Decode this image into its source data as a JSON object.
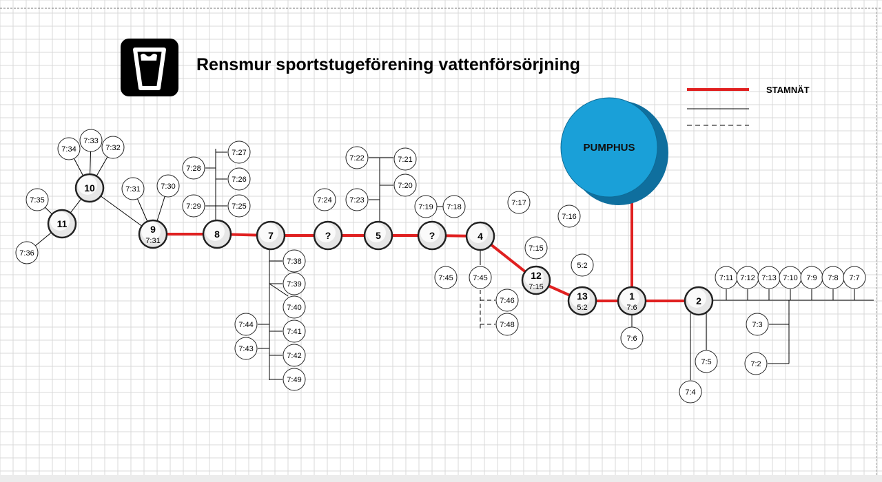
{
  "title": "Rensmur sportstugeförening vattenförsörjning",
  "logo": {
    "icon": "water-glass-icon",
    "background": "#000000",
    "foreground": "#ffffff"
  },
  "legend": [
    {
      "label": "STAMNÄT",
      "style": "thick-red"
    },
    {
      "label": "",
      "style": "thin-solid"
    },
    {
      "label": "",
      "style": "dashed"
    }
  ],
  "pumphouse": {
    "label": "PUMPHUS",
    "fill": "#1aa0d8",
    "shadow": "#0f6f9e"
  },
  "colors": {
    "trunk": "#e02020",
    "line": "#000000",
    "grid": "#d8d8d8",
    "major_node_fill": "#e6e6e6"
  },
  "major_nodes": [
    {
      "id": "n11",
      "label": "11"
    },
    {
      "id": "n10",
      "label": "10"
    },
    {
      "id": "n9",
      "label": "9",
      "sub": "7:31"
    },
    {
      "id": "n8",
      "label": "8"
    },
    {
      "id": "n7",
      "label": "7"
    },
    {
      "id": "nq1",
      "label": "?"
    },
    {
      "id": "n5",
      "label": "5"
    },
    {
      "id": "nq2",
      "label": "?"
    },
    {
      "id": "n4",
      "label": "4"
    },
    {
      "id": "n12",
      "label": "12",
      "sub": "7:15"
    },
    {
      "id": "n13",
      "label": "13",
      "sub": "5:2"
    },
    {
      "id": "n1",
      "label": "1",
      "sub": "7:6"
    },
    {
      "id": "n2",
      "label": "2"
    }
  ],
  "small_nodes": [
    {
      "id": "s734",
      "label": "7:34"
    },
    {
      "id": "s733",
      "label": "7:33"
    },
    {
      "id": "s732",
      "label": "7:32"
    },
    {
      "id": "s735",
      "label": "7:35"
    },
    {
      "id": "s736",
      "label": "7:36"
    },
    {
      "id": "s731",
      "label": "7:31"
    },
    {
      "id": "s730",
      "label": "7:30"
    },
    {
      "id": "s728",
      "label": "7:28"
    },
    {
      "id": "s729",
      "label": "7:29"
    },
    {
      "id": "s727",
      "label": "7:27"
    },
    {
      "id": "s726",
      "label": "7:26"
    },
    {
      "id": "s725",
      "label": "7:25"
    },
    {
      "id": "s738",
      "label": "7:38"
    },
    {
      "id": "s739",
      "label": "7:39"
    },
    {
      "id": "s740",
      "label": "7:40"
    },
    {
      "id": "s741",
      "label": "7:41"
    },
    {
      "id": "s742",
      "label": "7:42"
    },
    {
      "id": "s749",
      "label": "7:49"
    },
    {
      "id": "s744",
      "label": "7:44"
    },
    {
      "id": "s743",
      "label": "7:43"
    },
    {
      "id": "s724",
      "label": "7:24"
    },
    {
      "id": "s722",
      "label": "7:22"
    },
    {
      "id": "s721",
      "label": "7:21"
    },
    {
      "id": "s720",
      "label": "7:20"
    },
    {
      "id": "s723",
      "label": "7:23"
    },
    {
      "id": "s719",
      "label": "7:19"
    },
    {
      "id": "s718",
      "label": "7:18"
    },
    {
      "id": "s717",
      "label": "7:17"
    },
    {
      "id": "s716",
      "label": "7:16"
    },
    {
      "id": "s715",
      "label": "7:15"
    },
    {
      "id": "s52",
      "label": "5:2"
    },
    {
      "id": "s745a",
      "label": "7:45"
    },
    {
      "id": "s745b",
      "label": "7:45"
    },
    {
      "id": "s746",
      "label": "7:46"
    },
    {
      "id": "s748",
      "label": "7:48"
    },
    {
      "id": "s76",
      "label": "7:6"
    },
    {
      "id": "s711",
      "label": "7:11"
    },
    {
      "id": "s712",
      "label": "7:12"
    },
    {
      "id": "s713",
      "label": "7:13"
    },
    {
      "id": "s710",
      "label": "7:10"
    },
    {
      "id": "s79",
      "label": "7:9"
    },
    {
      "id": "s78",
      "label": "7:8"
    },
    {
      "id": "s77",
      "label": "7:7"
    },
    {
      "id": "s73",
      "label": "7:3"
    },
    {
      "id": "s72",
      "label": "7:2"
    },
    {
      "id": "s75",
      "label": "7:5"
    },
    {
      "id": "s74",
      "label": "7:4"
    }
  ]
}
